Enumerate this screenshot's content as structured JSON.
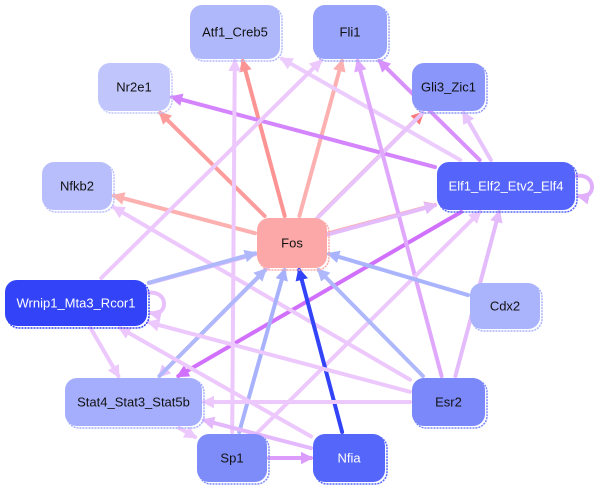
{
  "nodes": [
    {
      "id": "Atf1_Creb5",
      "label": "Atf1_Creb5",
      "color": "#b0b8fc",
      "text": "#111111"
    },
    {
      "id": "Fli1",
      "label": "Fli1",
      "color": "#98a4fc",
      "text": "#111111"
    },
    {
      "id": "Nr2e1",
      "label": "Nr2e1",
      "color": "#c0c6fc",
      "text": "#111111"
    },
    {
      "id": "Gli3_Zic1",
      "label": "Gli3_Zic1",
      "color": "#8a96fa",
      "text": "#111111"
    },
    {
      "id": "Nfkb2",
      "label": "Nfkb2",
      "color": "#b8befc",
      "text": "#111111"
    },
    {
      "id": "Elf1_Elf2_Etv2_Elf4",
      "label": "Elf1_Elf2_Etv2_Elf4",
      "color": "#5564fa",
      "text": "#ffffff"
    },
    {
      "id": "Fos",
      "label": "Fos",
      "color": "#fca8a8",
      "text": "#111111"
    },
    {
      "id": "Wrnip1_Mta3_Rcor1",
      "label": "Wrnip1_Mta3_Rcor1",
      "color": "#3344f8",
      "text": "#ffffff"
    },
    {
      "id": "Cdx2",
      "label": "Cdx2",
      "color": "#aab4fc",
      "text": "#111111"
    },
    {
      "id": "Stat4_Stat3_Stat5b",
      "label": "Stat4_Stat3_Stat5b",
      "color": "#a4aefc",
      "text": "#111111"
    },
    {
      "id": "Esr2",
      "label": "Esr2",
      "color": "#7a88fa",
      "text": "#111111"
    },
    {
      "id": "Sp1",
      "label": "Sp1",
      "color": "#7e8cfa",
      "text": "#111111"
    },
    {
      "id": "Nfia",
      "label": "Nfia",
      "color": "#5566fa",
      "text": "#ffffff"
    }
  ],
  "edges": [
    {
      "source": "Fos",
      "target": "Atf1_Creb5",
      "color": "#fc9494"
    },
    {
      "source": "Fos",
      "target": "Fli1",
      "color": "#fcb0b0"
    },
    {
      "source": "Fos",
      "target": "Nr2e1",
      "color": "#fc9c9c"
    },
    {
      "source": "Fos",
      "target": "Gli3_Zic1",
      "color": "#fc7878"
    },
    {
      "source": "Fos",
      "target": "Nfkb2",
      "color": "#fcb0b0"
    },
    {
      "source": "Fos",
      "target": "Elf1_Elf2_Etv2_Elf4",
      "color": "#fcaaaa"
    },
    {
      "source": "Elf1_Elf2_Etv2_Elf4",
      "target": "Nr2e1",
      "color": "#d484fc"
    },
    {
      "source": "Elf1_Elf2_Etv2_Elf4",
      "target": "Fli1",
      "color": "#d890fc"
    },
    {
      "source": "Elf1_Elf2_Etv2_Elf4",
      "target": "Stat4_Stat3_Stat5b",
      "color": "#d070fc"
    },
    {
      "source": "Elf1_Elf2_Etv2_Elf4",
      "target": "Gli3_Zic1",
      "color": "#e8c4fc"
    },
    {
      "source": "Elf1_Elf2_Etv2_Elf4",
      "target": "Atf1_Creb5",
      "color": "#ecccfc"
    },
    {
      "source": "Elf1_Elf2_Etv2_Elf4",
      "target": "Elf1_Elf2_Etv2_Elf4",
      "color": "#e0b0fc"
    },
    {
      "source": "Gli3_Zic1",
      "target": "Stat4_Stat3_Stat5b",
      "color": "#e8c4fc"
    },
    {
      "source": "Sp1",
      "target": "Atf1_Creb5",
      "color": "#ecc8fc"
    },
    {
      "source": "Wrnip1_Mta3_Rcor1",
      "target": "Fli1",
      "color": "#ecc8fc"
    },
    {
      "source": "Esr2",
      "target": "Fli1",
      "color": "#e0a8fc"
    },
    {
      "source": "Esr2",
      "target": "Nfkb2",
      "color": "#ecc8fc"
    },
    {
      "source": "Wrnip1_Mta3_Rcor1",
      "target": "Elf1_Elf2_Etv2_Elf4",
      "color": "#e4bcfc"
    },
    {
      "source": "Esr2",
      "target": "Elf1_Elf2_Etv2_Elf4",
      "color": "#e4bcfc"
    },
    {
      "source": "Sp1",
      "target": "Elf1_Elf2_Etv2_Elf4",
      "color": "#ecc8fc"
    },
    {
      "source": "Wrnip1_Mta3_Rcor1",
      "target": "Fos",
      "color": "#b0b8fc"
    },
    {
      "source": "Stat4_Stat3_Stat5b",
      "target": "Fos",
      "color": "#b0b8fc"
    },
    {
      "source": "Sp1",
      "target": "Fos",
      "color": "#a8b2fc"
    },
    {
      "source": "Nfia",
      "target": "Fos",
      "color": "#3344f8"
    },
    {
      "source": "Esr2",
      "target": "Fos",
      "color": "#b0b8fc"
    },
    {
      "source": "Cdx2",
      "target": "Fos",
      "color": "#aab4fc"
    },
    {
      "source": "Wrnip1_Mta3_Rcor1",
      "target": "Wrnip1_Mta3_Rcor1",
      "color": "#e8c0fc"
    },
    {
      "source": "Wrnip1_Mta3_Rcor1",
      "target": "Stat4_Stat3_Stat5b",
      "color": "#ecc8fc"
    },
    {
      "source": "Esr2",
      "target": "Wrnip1_Mta3_Rcor1",
      "color": "#ecc8fc"
    },
    {
      "source": "Nfia",
      "target": "Wrnip1_Mta3_Rcor1",
      "color": "#ecc8fc"
    },
    {
      "source": "Esr2",
      "target": "Stat4_Stat3_Stat5b",
      "color": "#ecc8fc"
    },
    {
      "source": "Nfia",
      "target": "Stat4_Stat3_Stat5b",
      "color": "#e4b8fc"
    },
    {
      "source": "Sp1",
      "target": "Nfia",
      "color": "#dc9cfc"
    },
    {
      "source": "Stat4_Stat3_Stat5b",
      "target": "Sp1",
      "color": "#ecc8fc"
    }
  ]
}
